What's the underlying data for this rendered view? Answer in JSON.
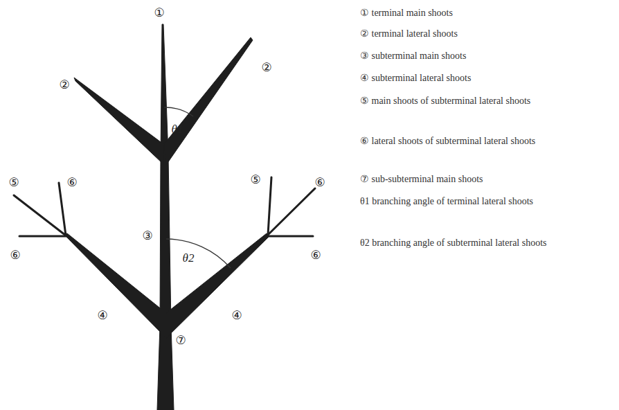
{
  "diagram": {
    "labels": [
      "①",
      "②",
      "②",
      "③",
      "④",
      "④",
      "⑤",
      "⑥",
      "⑥",
      "⑤",
      "⑥",
      "⑥",
      "⑦",
      "θ1",
      "θ2",
      "① terminal main shoots",
      "② terminal lateral shoots",
      "③ subterminal main shoots",
      "④ subterminal lateral shoots",
      "⑤ main shoots of subterminal lateral shoots",
      "⑥ lateral shoots of subterminal lateral shoots",
      "⑦ sub-subterminal main shoots",
      "θ1 branching angle of terminal lateral shoots",
      "θ2 branching angle of subterminal lateral shoots"
    ]
  }
}
